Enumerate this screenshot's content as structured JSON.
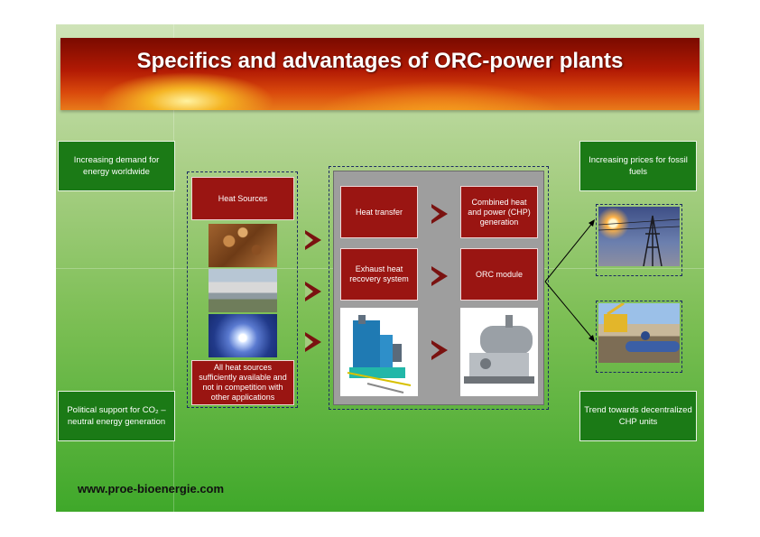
{
  "title": "Specifics and advantages of ORC-power plants",
  "left_top": "Increasing demand for energy worldwide",
  "left_bottom": "Political support for CO₂ – neutral energy generation",
  "right_top": "Increasing prices for fossil fuels",
  "right_bottom": "Trend towards decentralized CHP units",
  "heat_sources": "Heat Sources",
  "heat_sources_note": "All heat sources sufficiently available and not in competition with other applications",
  "heat_transfer": "Heat transfer",
  "chp": "Combined heat and power (CHP) generation",
  "exhaust": "Exhaust heat recovery system",
  "orc": "ORC module",
  "footer": "www.proe-bioenergie.com",
  "colors": {
    "green_box": "#1b7a16",
    "red_box": "#9a1512",
    "dash": "#1b2a63"
  },
  "icons": [
    "wood-chips-photo",
    "industrial-plant-photo",
    "sun-photo",
    "heat-exchanger-image",
    "orc-module-image",
    "power-line-photo",
    "pipeline-photo"
  ]
}
